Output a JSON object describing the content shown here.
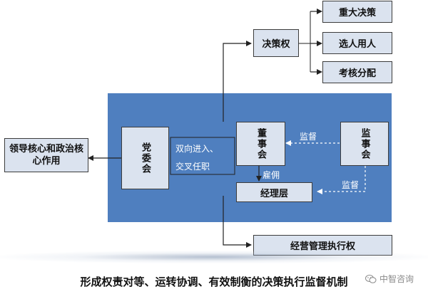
{
  "nodes": {
    "party_committee": "党委会",
    "leadership": "领导核心和政治核心作用",
    "board": "董事会",
    "supervisors": "监事会",
    "management": "经理层",
    "decision_rights": "决策权",
    "major_decisions": "重大决策",
    "select_personnel": "选人用人",
    "appraisal": "考核分配",
    "exec_rights": "经营管理执行权"
  },
  "labels": {
    "two_way_line1": "双向进入、",
    "two_way_line2": "交叉任职",
    "supervise_board": "监督",
    "supervise_mgmt": "监督",
    "hire": "雇佣"
  },
  "caption": "形成权责对等、运转协调、有效制衡的决策执行监督机制",
  "watermark": {
    "text": "中智咨询",
    "icon": "wechat-icon"
  },
  "colors": {
    "panel": "#4f7fbf",
    "box": "#dbe3ef",
    "box_border": "#3c3c3c",
    "line": "#222222"
  }
}
